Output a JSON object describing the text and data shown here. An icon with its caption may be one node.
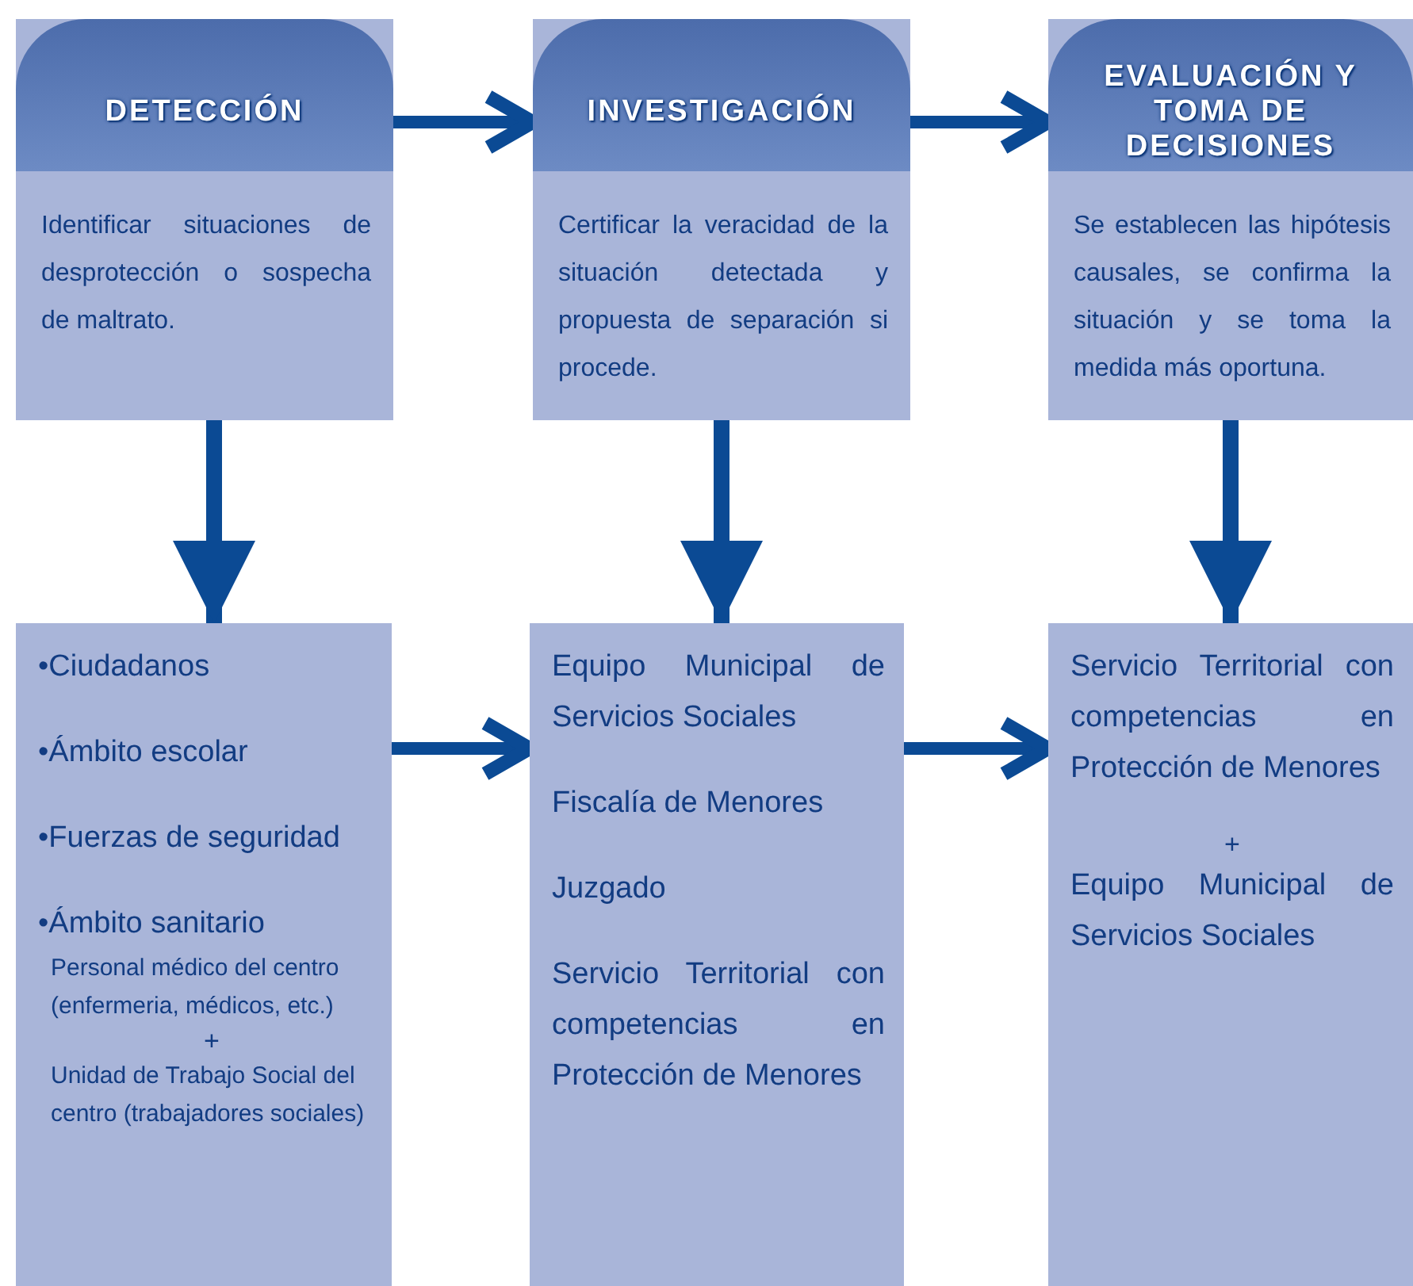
{
  "diagram": {
    "nodes": [
      {
        "text": [
          "DETECCIÓN",
          "Identificar situaciones de desprotección o sospecha de maltrato."
        ]
      },
      {
        "text": [
          "INVESTIGACIÓN",
          "Certificar la veracidad de la situación detectada y propuesta de separación si procede."
        ]
      },
      {
        "text": [
          "EVALUACIÓN Y TOMA DE DECISIONES",
          "Se establecen las hipótesis causales, se confirma la situación y se toma la medida más oportuna."
        ]
      },
      {
        "text": [
          "•Ciudadanos",
          "•Ámbito escolar",
          "•Fuerzas de seguridad",
          "•Ámbito sanitario",
          "Personal médico del centro (enfermeria, médicos, etc.)",
          "+",
          "Unidad de Trabajo Social del centro (trabajadores sociales)"
        ]
      },
      {
        "text": [
          "Equipo Municipal de Servicios Sociales",
          "Fiscalía de Menores",
          "Juzgado",
          "Servicio Territorial con competencias en Protección de Menores"
        ]
      },
      {
        "text": [
          "Servicio Territorial con competencias en Protección de Menores",
          "+",
          "Equipo Municipal de Servicios Sociales"
        ]
      }
    ],
    "edges": [
      {
        "from": 0,
        "to": 1,
        "arrow": "to"
      },
      {
        "from": 1,
        "to": 2,
        "arrow": "to"
      },
      {
        "from": 0,
        "to": 3,
        "arrow": "to"
      },
      {
        "from": 1,
        "to": 4,
        "arrow": "to"
      },
      {
        "from": 2,
        "to": 5,
        "arrow": "to"
      },
      {
        "from": 3,
        "to": 4,
        "arrow": "to"
      },
      {
        "from": 4,
        "to": 5,
        "arrow": "to"
      }
    ]
  }
}
